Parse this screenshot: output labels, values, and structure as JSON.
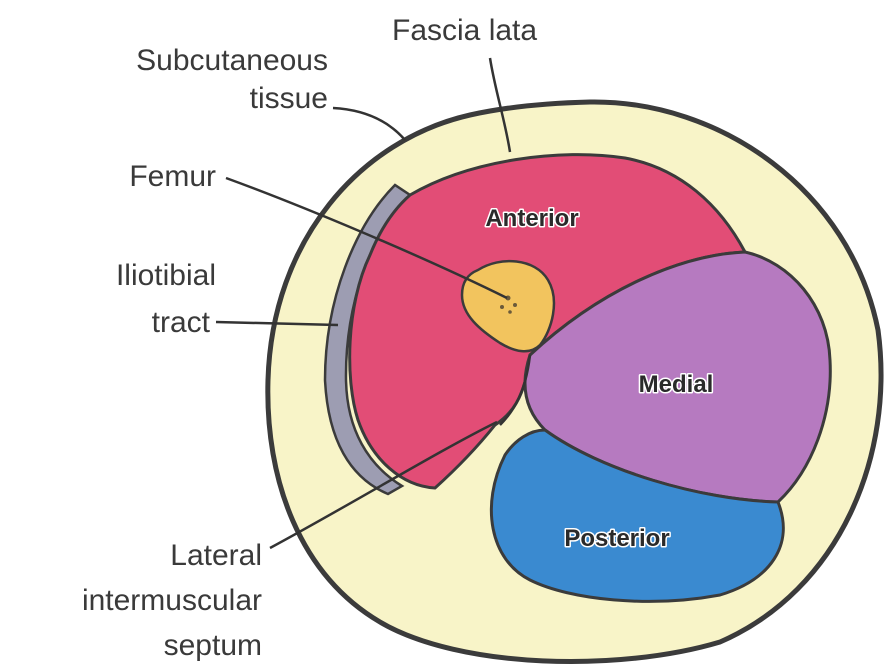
{
  "labels": {
    "fascia_lata": "Fascia lata",
    "subcutaneous_line1": "Subcutaneous",
    "subcutaneous_line2": "tissue",
    "femur": "Femur",
    "iliotibial_line1": "Iliotibial",
    "iliotibial_line2": "tract",
    "lateral_line1": "Lateral",
    "lateral_line2": "intermuscular",
    "lateral_line3": "septum",
    "anterior": "Anterior",
    "medial": "Medial",
    "posterior": "Posterior"
  },
  "colors": {
    "subcutaneous": "#f8f4c8",
    "anterior": "#e24d76",
    "medial": "#b67ac0",
    "posterior": "#3a8ad0",
    "femur": "#f2c45e",
    "outline": "#3b3b3b",
    "iliotibial": "#9d9db2"
  }
}
